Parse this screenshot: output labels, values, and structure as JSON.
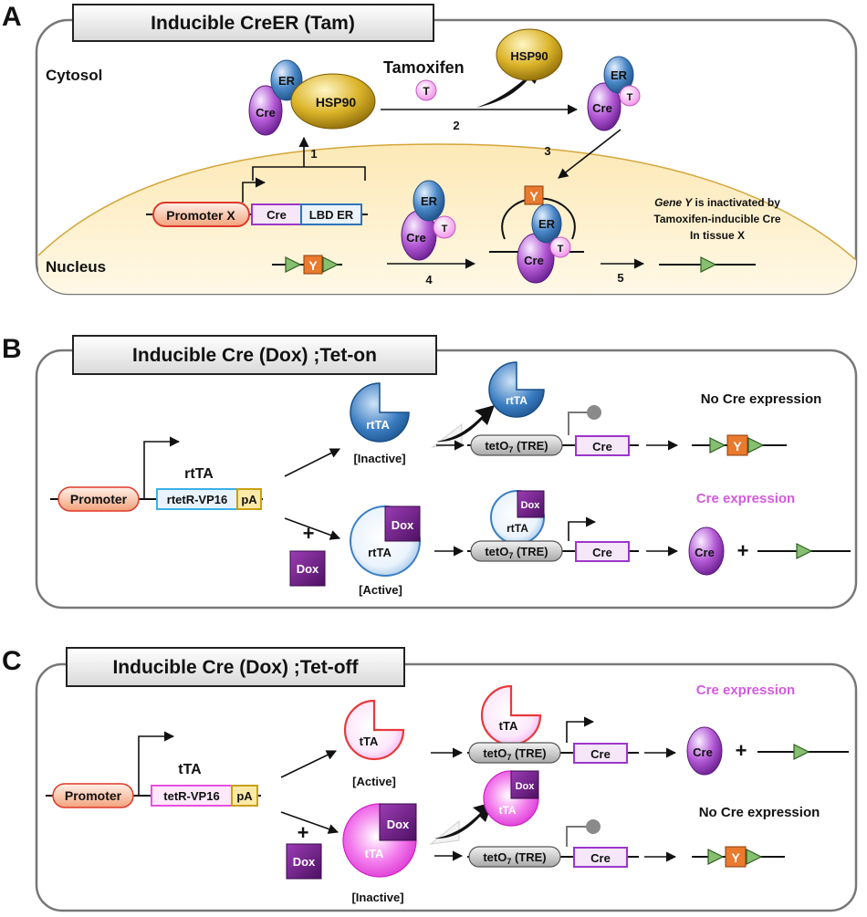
{
  "panels": {
    "a": {
      "letter": "A",
      "title": "Inducible CreER (Tam)",
      "cytosol": "Cytosol",
      "nucleus": "Nucleus",
      "tamoxifen": "Tamoxifen",
      "steps": [
        "1",
        "2",
        "3",
        "4",
        "5"
      ],
      "promoter": "Promoter X",
      "cre": "Cre",
      "lbd": "LBD ER",
      "er": "ER",
      "hsp90": "HSP90",
      "t": "T",
      "y": "Y",
      "note_line1_gene": "Gene Y",
      "note_line1_rest": " is inactivated by",
      "note_line2": "Tamoxifen-inducible Cre",
      "note_line3": "In tissue X"
    },
    "b": {
      "letter": "B",
      "title": "Inducible Cre (Dox) ;Tet-on",
      "promoter": "Promoter",
      "transactivator": "rtTA",
      "construct": "rtetR-VP16",
      "pa": "pA",
      "inactive": "[Inactive]",
      "active": "[Active]",
      "dox": "Dox",
      "plus": "+",
      "tre_main": "tetO",
      "tre_sub": "7",
      "tre_rest": " (TRE)",
      "cre": "Cre",
      "y": "Y",
      "no_expr": "No Cre expression",
      "expr": "Cre expression"
    },
    "c": {
      "letter": "C",
      "title": "Inducible Cre (Dox) ;Tet-off",
      "promoter": "Promoter",
      "transactivator": "tTA",
      "construct": "tetR-VP16",
      "pa": "pA",
      "inactive": "[Inactive]",
      "active": "[Active]",
      "dox": "Dox",
      "plus": "+",
      "tre_main": "tetO",
      "tre_sub": "7",
      "tre_rest": " (TRE)",
      "cre": "Cre",
      "y": "Y",
      "no_expr": "No Cre expression",
      "expr": "Cre expression"
    }
  },
  "colors": {
    "cre_purple": "#a64ac9",
    "er_blue": "#3d7fc0",
    "hsp90_gold": "#d8b322",
    "t_pink": "#f4b0f0",
    "y_orange": "#e97a2e",
    "loxp_green": "#7fb56a",
    "rtta_blue": "#2f74b8",
    "tta_magenta": "#e94fe0",
    "dox_purple": "#6b1f80",
    "expression_text": "#d35bde",
    "promoter_red": "#e2503d"
  }
}
